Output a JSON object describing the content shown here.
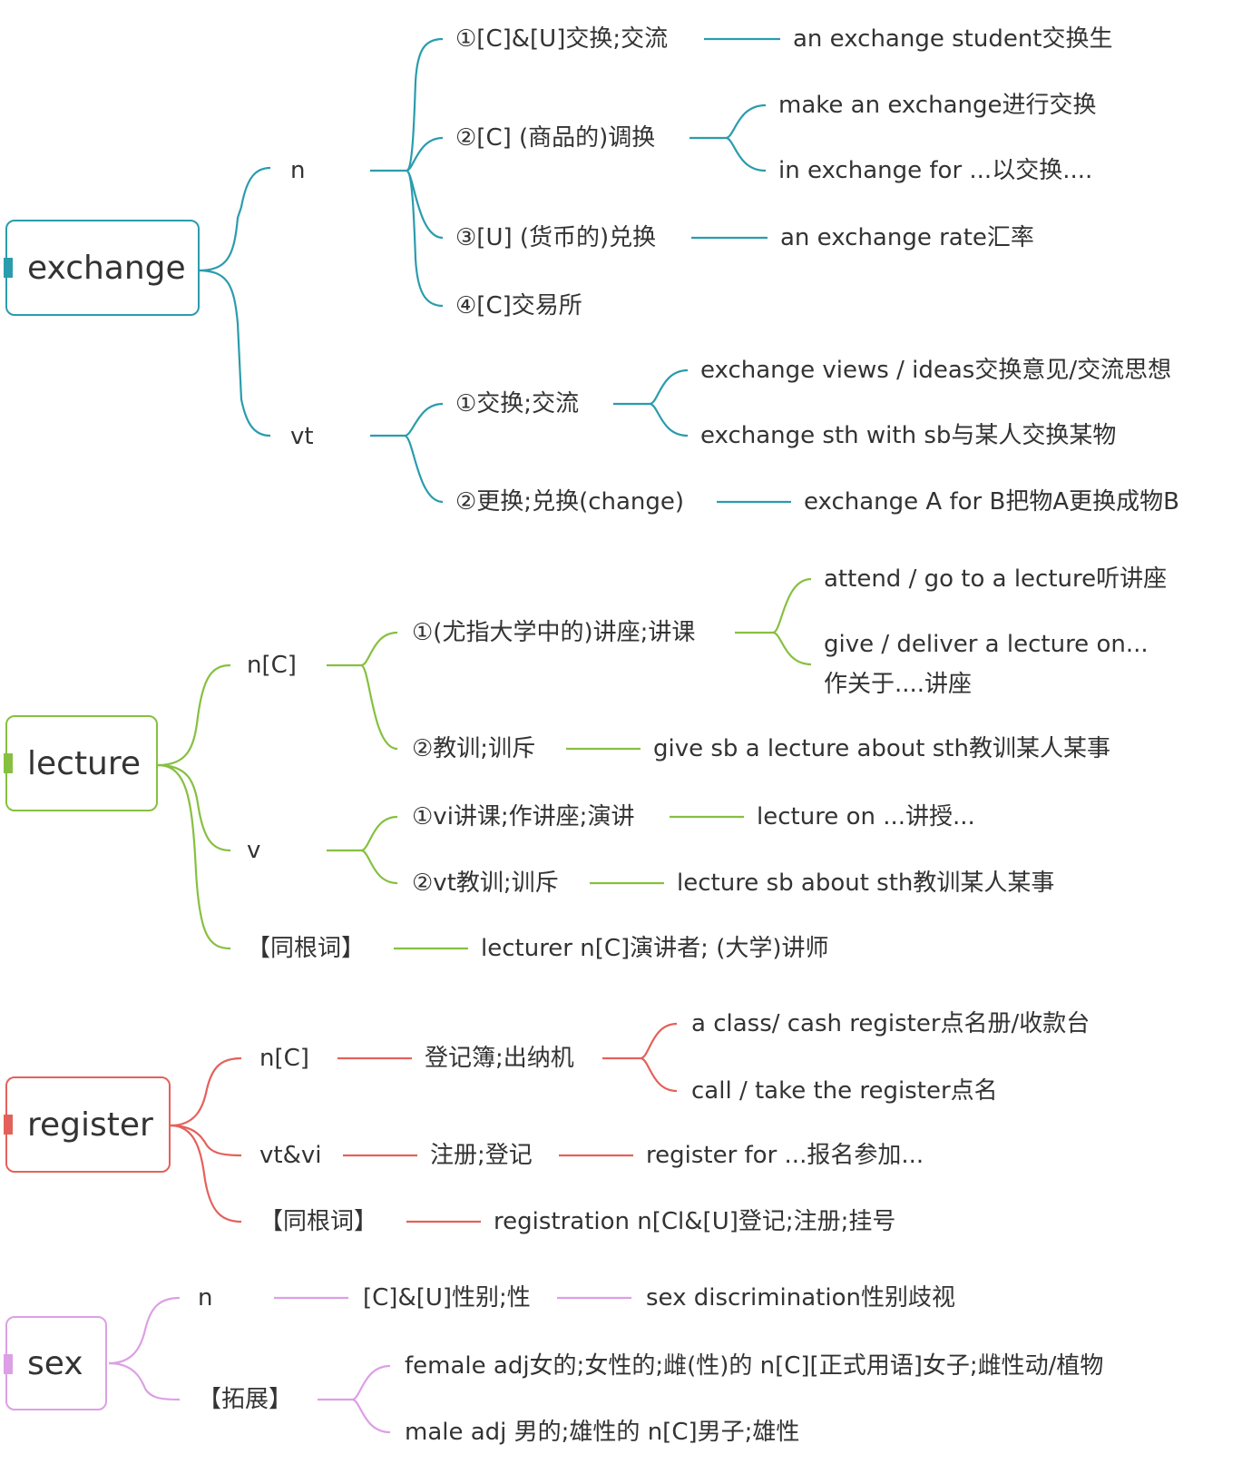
{
  "colors": {
    "exchange": "#2a9cad",
    "lecture": "#86c040",
    "register": "#e4615b",
    "sex": "#dd9fe6"
  },
  "exchange": {
    "root": "exchange",
    "n": "n",
    "vt": "vt",
    "n1": "①[C]&[U]交换;交流",
    "n1_ex": "an exchange student交换生",
    "n2": "②[C] (商品的)调换",
    "n2_ex1": "make an exchange进行交换",
    "n2_ex2": "in exchange for ...以交换....",
    "n3": "③[U] (货币的)兑换",
    "n3_ex": "an exchange rate汇率",
    "n4": "④[C]交易所",
    "vt1": "①交换;交流",
    "vt1_ex1": "exchange views / ideas交换意见/交流思想",
    "vt1_ex2": "exchange sth with sb与某人交换某物",
    "vt2": "②更换;兑换(change)",
    "vt2_ex": "exchange A for B把物A更换成物B"
  },
  "lecture": {
    "root": "lecture",
    "nc": "n[C]",
    "n1": "①(尤指大学中的)讲座;讲课",
    "n1_ex1": "attend / go to a lecture听讲座",
    "n1_ex2a": "give / deliver a lecture on...",
    "n1_ex2b": "作关于....讲座",
    "n2": "②教训;训斥",
    "n2_ex": "give sb a lecture about sth教训某人某事",
    "v": "v",
    "v1": "①vi讲课;作讲座;演讲",
    "v1_ex": "lecture on ...讲授...",
    "v2": "②vt教训;训斥",
    "v2_ex": "lecture sb about sth教训某人某事",
    "cognate": "【同根词】",
    "cognate_ex": "lecturer n[C]演讲者; (大学)讲师"
  },
  "register": {
    "root": "register",
    "nc": "n[C]",
    "nc_def": "登记簿;出纳机",
    "nc_ex1": "a class/ cash register点名册/收款台",
    "nc_ex2": "call / take the register点名",
    "v": "vt&vi",
    "v_def": "注册;登记",
    "v_ex": "register for ...报名参加...",
    "cognate": "【同根词】",
    "cognate_ex": "registration n[Cl&[U]登记;注册;挂号"
  },
  "sex": {
    "root": "sex",
    "n": "n",
    "n_def": "[C]&[U]性别;性",
    "n_ex": "sex discrimination性别歧视",
    "ext": "【拓展】",
    "ext1": "female adj女的;女性的;雌(性)的 n[C][正式用语]女子;雌性动/植物",
    "ext2": "male adj 男的;雄性的 n[C]男子;雄性"
  }
}
